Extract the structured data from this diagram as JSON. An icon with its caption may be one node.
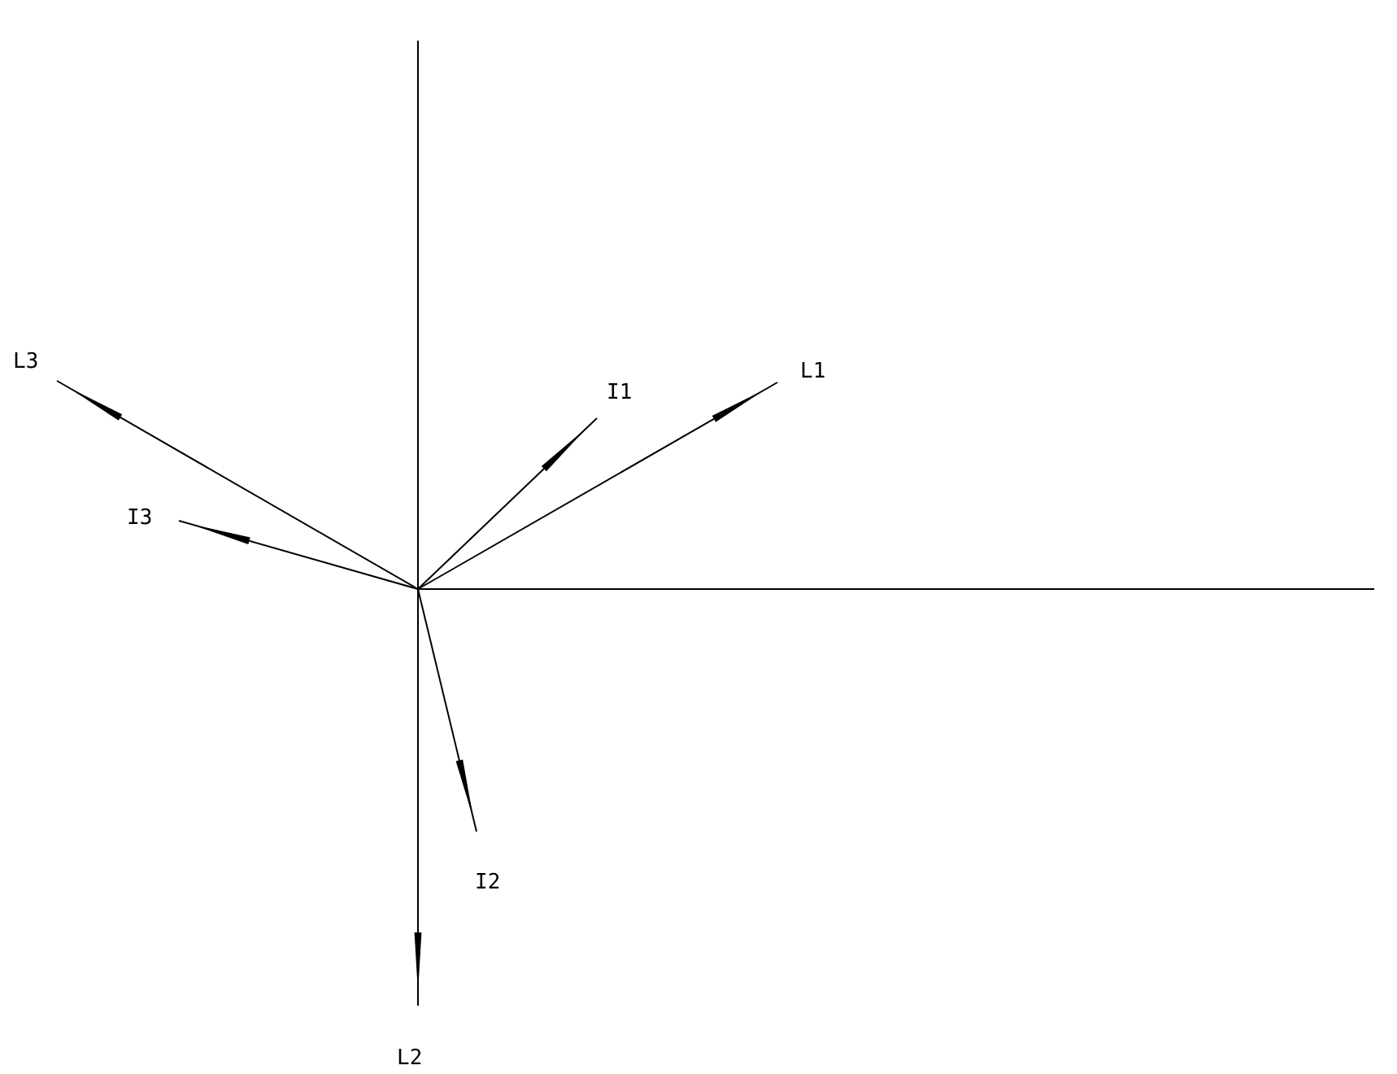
{
  "diagram": {
    "labels": [
      "L3",
      "I1",
      "L1",
      "I3",
      "I2",
      "L2"
    ]
  }
}
